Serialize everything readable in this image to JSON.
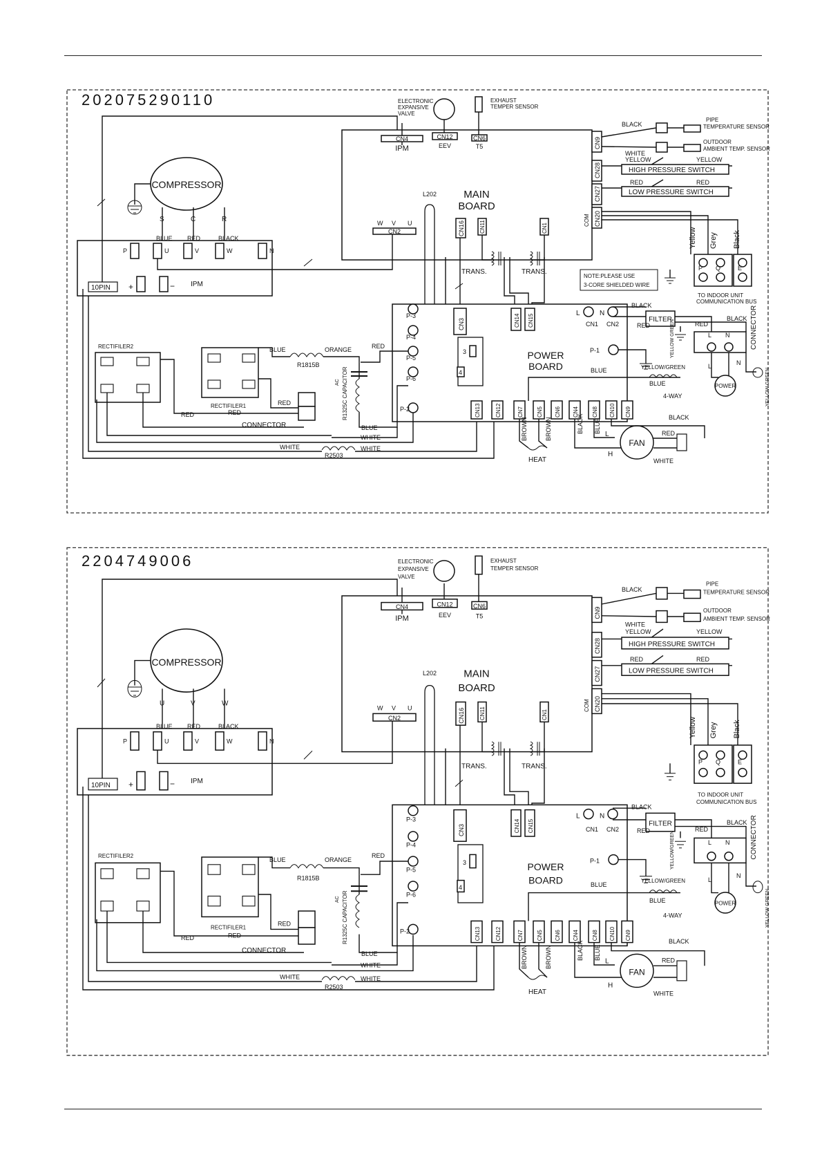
{
  "diagrams": [
    {
      "code": "202075290110",
      "code_color": "#c81e1e",
      "labels": {
        "eev_label_1": "ELECTRONIC",
        "eev_label_2": "EXPANSIVE",
        "eev_label_3": "VALVE",
        "exhaust_1": "EXHAUST",
        "exhaust_2": "TEMPER SENSOR",
        "cn4": "CN4",
        "ipm_top": "IPM",
        "cn12": "CN12",
        "eev": "EEV",
        "cn6": "CN6",
        "t5": "T5",
        "main_1": "MAIN",
        "main_2": "BOARD",
        "cn9": "CN9",
        "black_pipe": "BLACK",
        "white_pipe": "WHITE",
        "pipe_1": "PIPE",
        "pipe_2": "TEMPERATURE SENSOR",
        "outdoor_1": "OUTDOOR",
        "outdoor_2": "AMBIENT TEMP. SENSOR",
        "yellow_l": "YELLOW",
        "yellow_r": "YELLOW",
        "hps": "HIGH PRESSURE SWITCH",
        "cn28": "CN28",
        "red_l": "RED",
        "red_r": "RED",
        "lps": "LOW PRESSURE SWITCH",
        "cn27": "CN27",
        "com": "COM",
        "cn20": "CN20",
        "compressor": "COMPRESSOR",
        "t1": "S",
        "t2": "C",
        "t3": "R",
        "w_blue": "BLUE",
        "w_red": "RED",
        "w_black": "BLACK",
        "l202": "L202",
        "w": "W",
        "v": "V",
        "u": "U",
        "cn2": "CN2",
        "cn16": "CN16",
        "cn11": "CN11",
        "cn1": "CN1",
        "trans": "TRANS.",
        "p": "P",
        "pu": "U",
        "pv": "V",
        "pw": "W",
        "n": "N",
        "tenpin": "10PIN",
        "plus": "+",
        "minus": "−",
        "ipm": "IPM",
        "note_1": "NOTE:PLEASE USE",
        "note_2": "3-CORE SHIELDED WIRE",
        "yellow_t": "Yellow",
        "grey_t": "Grey",
        "black_t": "Black",
        "tp": "P",
        "tq": "Q",
        "te": "E",
        "indoor_1": "TO INDOOR UNIT",
        "indoor_2": "COMMUNICATION BUS",
        "red1": "RED",
        "black1": "BLACK",
        "blue1": "BLUE",
        "red2": "RED",
        "p3": "P-3",
        "p4": "P-4",
        "p5": "P-5",
        "p6": "P-6",
        "p2": "P-2",
        "p1": "P-1",
        "cn3": "CN3",
        "cn14": "CN14",
        "cn15": "CN15",
        "l": "L",
        "nn": "N",
        "cn1b": "CN1",
        "cn2b": "CN2",
        "filter": "FILTER",
        "black_f": "BLACK",
        "red_f": "RED",
        "black_c": "BLACK",
        "red_c": "RED",
        "yg_f": "YELLOW GREEN",
        "connector_r": "CONNECTOR",
        "power_1": "POWER",
        "power_2": "BOARD",
        "three": "3",
        "four": "4",
        "yg_p1": "YELLOW/GREEN",
        "blue_pb": "BLUE",
        "blue_4w": "BLUE",
        "fourway": "4-WAY",
        "power_circle": "POWER",
        "cl": "L",
        "cn": "N",
        "yg_pe": "YELLOW GREEN",
        "rect2": "RECTIFILER2",
        "rect1": "RECTIFILER1",
        "blue_r": "BLUE",
        "orange": "ORANGE",
        "r1815b": "R1815B",
        "cap": "R1325C CAPACITOR",
        "ac": "AC",
        "red_rc1": "RED",
        "red_rc2": "RED",
        "red_rc3": "RED",
        "connector": "CONNECTOR",
        "blue_b": "BLUE",
        "white_b1": "WHITE",
        "white_b2": "WHITE",
        "white_b3": "WHITE",
        "r2503": "R2503",
        "cn13": "CN13",
        "cn12b": "CN12",
        "cn7": "CN7",
        "cn5": "CN5",
        "cn6b": "CN6",
        "cn4b": "CN4",
        "cn8": "CN8",
        "cn10": "CN10",
        "cn9b": "CN9",
        "brown1": "BROWN",
        "brown2": "BROWN",
        "heat": "HEAT",
        "black_fan": "BLACK",
        "blue_fan": "BLUE",
        "black_top": "BLACK",
        "red_fan": "RED",
        "fan": "FAN",
        "fl": "L",
        "fh": "H",
        "white_fan": "WHITE"
      }
    },
    {
      "code": "2204749006",
      "code_color": "#222222",
      "labels": {
        "eev_label_1": "ELECTRONIC",
        "eev_label_2": "EXPANSIVE",
        "eev_label_3": "VALVE",
        "exhaust_1": "EXHAUST",
        "exhaust_2": "TEMPER SENSOR",
        "cn4": "CN4",
        "ipm_top": "IPM",
        "cn12": "CN12",
        "eev": "EEV",
        "cn6": "CN6",
        "t5": "T5",
        "main_1": "MAIN",
        "main_2": "BOARD",
        "cn9": "CN9",
        "black_pipe": "BLACK",
        "white_pipe": "WHITE",
        "pipe_1": "PIPE",
        "pipe_2": "TEMPERATURE SENSOR",
        "outdoor_1": "OUTDOOR",
        "outdoor_2": "AMBIENT TEMP. SENSOR",
        "yellow_l": "YELLOW",
        "yellow_r": "YELLOW",
        "hps": "HIGH PRESSURE SWITCH",
        "cn28": "CN28",
        "red_l": "RED",
        "red_r": "RED",
        "lps": "LOW PRESSURE SWITCH",
        "cn27": "CN27",
        "com": "COM",
        "cn20": "CN20",
        "compressor": "COMPRESSOR",
        "t1": "U",
        "t2": "V",
        "t3": "W",
        "w_blue": "BLUE",
        "w_red": "RED",
        "w_black": "BLACK",
        "l202": "L202",
        "w": "W",
        "v": "V",
        "u": "U",
        "cn2": "CN2",
        "cn16": "CN16",
        "cn11": "CN11",
        "cn1": "CN1",
        "trans": "TRANS.",
        "p": "P",
        "pu": "U",
        "pv": "V",
        "pw": "W",
        "n": "N",
        "tenpin": "10PIN",
        "plus": "+",
        "minus": "−",
        "ipm": "IPM",
        "note_1": "",
        "note_2": "",
        "yellow_t": "Yellow",
        "grey_t": "Grey",
        "black_t": "Black",
        "tp": "P",
        "tq": "Q",
        "te": "E",
        "indoor_1": "TO INDOOR UNIT",
        "indoor_2": "COMMUNICATION BUS",
        "red1": "RED",
        "black1": "BLACK",
        "blue1": "BLUE",
        "red2": "RED",
        "p3": "P-3",
        "p4": "P-4",
        "p5": "P-5",
        "p6": "P-6",
        "p2": "P-2",
        "p1": "P-1",
        "cn3": "CN3",
        "cn14": "CN14",
        "cn15": "CN15",
        "l": "L",
        "nn": "N",
        "cn1b": "CN1",
        "cn2b": "CN2",
        "filter": "FILTER",
        "black_f": "BLACK",
        "red_f": "RED",
        "black_c": "BLACK",
        "red_c": "RED",
        "yg_f": "YELLOW/GREEN",
        "connector_r": "CONNECTOR",
        "power_1": "POWER",
        "power_2": "BOARD",
        "three": "3",
        "four": "4",
        "yg_p1": "YELLOW/GREEN",
        "blue_pb": "BLUE",
        "blue_4w": "BLUE",
        "fourway": "4-WAY",
        "power_circle": "POWER",
        "cl": "L",
        "cn": "N",
        "yg_pe": "YELLOW GREEN",
        "rect2": "RECTIFILER2",
        "rect1": "RECTIFILER1",
        "blue_r": "BLUE",
        "orange": "ORANGE",
        "r1815b": "R1815B",
        "cap": "R1325C CAPACITOR",
        "ac": "AC",
        "red_rc1": "RED",
        "red_rc2": "RED",
        "red_rc3": "RED",
        "connector": "CONNECTOR",
        "blue_b": "BLUE",
        "white_b1": "WHITE",
        "white_b2": "WHITE",
        "white_b3": "WHITE",
        "r2503": "R2503",
        "cn13": "CN13",
        "cn12b": "CN12",
        "cn7": "CN7",
        "cn5": "CN5",
        "cn6b": "CN6",
        "cn4b": "CN4",
        "cn8": "CN8",
        "cn10": "CN10",
        "cn9b": "CN9",
        "brown1": "BROWN",
        "brown2": "BROWN",
        "heat": "HEAT",
        "black_fan": "BLACK",
        "blue_fan": "BLUE",
        "black_top": "BLACK",
        "red_fan": "RED",
        "fan": "FAN",
        "fl": "L",
        "fh": "H",
        "white_fan": "WHITE"
      }
    }
  ]
}
